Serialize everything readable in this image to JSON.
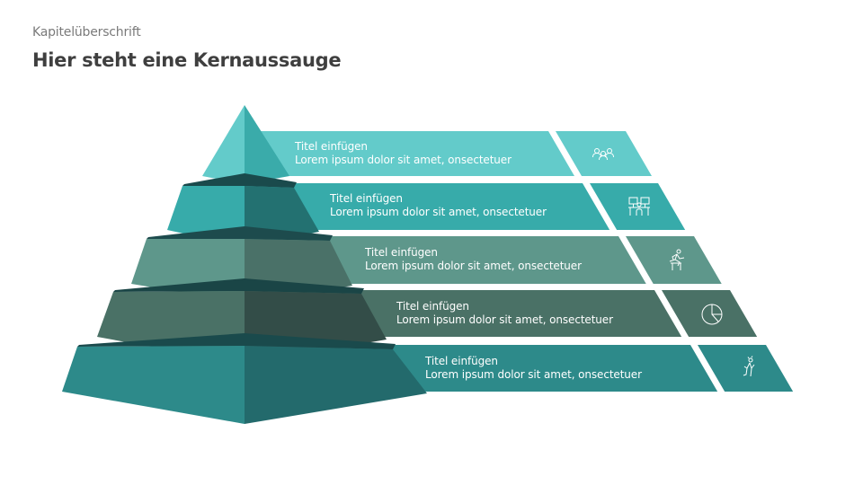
{
  "header": {
    "kicker": "Kapitelüberschrift",
    "title": "Hier steht eine Kernaussauge"
  },
  "levels": [
    {
      "title": "Titel einfügen",
      "text": "Lorem ipsum dolor sit amet, onsectetuer",
      "icon": "people-group-icon",
      "color": "#63cbca",
      "left_face": "#63cbca",
      "right_face": "#3aabaa",
      "top_face": "#1e5a5c"
    },
    {
      "title": "Titel einfügen",
      "text": "Lorem ipsum dolor sit amet, onsectetuer",
      "icon": "workstations-icon",
      "color": "#37abaa",
      "left_face": "#37abaa",
      "right_face": "#237171",
      "top_face": "#1a4a4c"
    },
    {
      "title": "Titel einfügen",
      "text": "Lorem ipsum dolor sit amet, onsectetuer",
      "icon": "hurdle-runner-icon",
      "color": "#5e978b",
      "left_face": "#5e978b",
      "right_face": "#4a7168",
      "top_face": "#1d4b4d"
    },
    {
      "title": "Titel einfügen",
      "text": "Lorem ipsum dolor sit amet, onsectetuer",
      "icon": "pie-chart-icon",
      "color": "#4a7166",
      "left_face": "#4a7166",
      "right_face": "#334d48",
      "top_face": "#1a4546"
    },
    {
      "title": "Titel einfügen",
      "text": "Lorem ipsum dolor sit amet, onsectetuer",
      "icon": "celebrating-person-icon",
      "color": "#2d8a8a",
      "left_face": "#2d8a8a",
      "right_face": "#236a6c",
      "top_face": "#1a4a4c"
    }
  ]
}
